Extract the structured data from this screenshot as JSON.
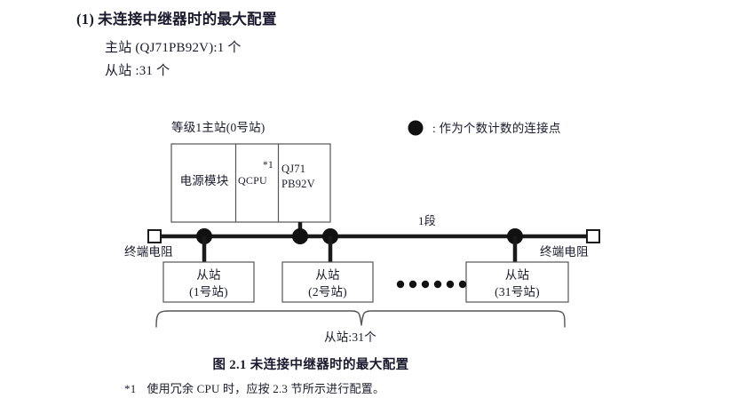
{
  "heading": {
    "number": "(1)",
    "text": "未连接中继器时的最大配置"
  },
  "spec_lines": {
    "master": "主站 (QJ71PB92V):1 个",
    "slave": "从站 :31 个"
  },
  "legend": {
    "marker": "filled-circle",
    "text": ": 作为个数计数的连接点"
  },
  "diagram": {
    "master_station_title": "等级1主站(0号站)",
    "modules": {
      "power": "电源模块",
      "cpu": "QCPU",
      "cpu_footnote_mark": "*1",
      "network_line1": "QJ71",
      "network_line2": "PB92V"
    },
    "segment_label": "1段",
    "terminator_left": "终端电阻",
    "terminator_right": "终端电阻",
    "slaves": [
      {
        "line1": "从站",
        "line2": "(1号站)"
      },
      {
        "line1": "从站",
        "line2": "(2号站)"
      },
      {
        "line1": "从站",
        "line2": "(31号站)"
      }
    ],
    "ellipsis_dot_count": 6,
    "brace_label": "从站:31个"
  },
  "caption": "图 2.1  未连接中继器时的最大配置",
  "footnote": {
    "mark": "*1",
    "text": "使用冗余 CPU 时，应按 2.3 节所示进行配置。"
  },
  "colors": {
    "text": "#1a1a2e",
    "line": "#1a1a1a",
    "box_border": "#555555",
    "background": "#ffffff"
  }
}
